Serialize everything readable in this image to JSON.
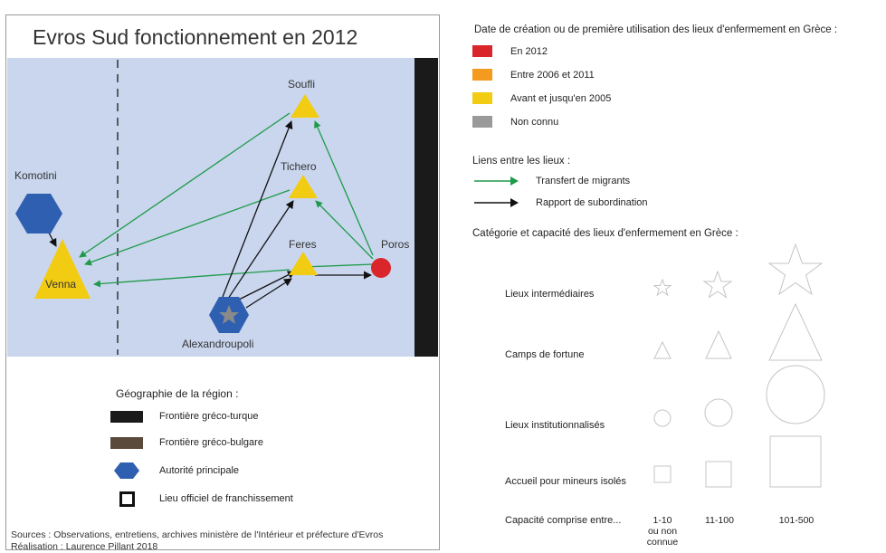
{
  "title": "Evros Sud fonctionnement en 2012",
  "places": {
    "komotini": "Komotini",
    "venna": "Venna",
    "soufli": "Soufli",
    "tichero": "Tichero",
    "feres": "Feres",
    "poros": "Poros",
    "alexandroupoli": "Alexandroupoli"
  },
  "geography": {
    "title": "Géographie de la région :",
    "items": [
      {
        "label": "Frontière gréco-turque",
        "color": "#1a1a1a",
        "symbol": "border-line"
      },
      {
        "label": "Frontière gréco-bulgare",
        "color": "#5a4a3c",
        "symbol": "border-line"
      },
      {
        "label": "Autorité principale",
        "color": "#2f5fb0",
        "symbol": "hexagon"
      },
      {
        "label": "Lieu officiel de franchissement",
        "color": "#111111",
        "symbol": "square-outline"
      }
    ]
  },
  "sources": {
    "line1": "Sources : Observations, entretiens, archives ministère de l'Intérieur et préfecture d'Evros",
    "line2": "Réalisation : Laurence Pillant 2018"
  },
  "date_legend": {
    "title": "Date de création ou de première utilisation des lieux d'enfermement en Grèce :",
    "items": [
      {
        "label": "En 2012",
        "color": "#d9262b"
      },
      {
        "label": "Entre 2006 et 2011",
        "color": "#f39a1f"
      },
      {
        "label": "Avant et jusqu'en 2005",
        "color": "#f2cc13"
      },
      {
        "label": "Non connu",
        "color": "#9a9a9a"
      }
    ]
  },
  "links_legend": {
    "title": "Liens entre les lieux :",
    "items": [
      {
        "label": "Transfert de migrants",
        "color": "#1f9a4a"
      },
      {
        "label": "Rapport de subordination",
        "color": "#111111"
      }
    ]
  },
  "category_legend": {
    "title": "Catégorie et capacité des lieux d'enfermement en Grèce :",
    "categories": [
      {
        "label": "Lieux intermédiaires",
        "shape": "star"
      },
      {
        "label": "Camps de fortune",
        "shape": "triangle"
      },
      {
        "label": "Lieux institutionnalisés",
        "shape": "circle"
      },
      {
        "label": "Accueil pour mineurs isolés",
        "shape": "square"
      }
    ],
    "capacity_label": "Capacité comprise entre...",
    "capacities": [
      {
        "line1": "1-10",
        "line2": "ou non",
        "line3": "connue"
      },
      {
        "line1": "11-100",
        "line2": "",
        "line3": ""
      },
      {
        "line1": "101-500",
        "line2": "",
        "line3": ""
      }
    ]
  },
  "colors": {
    "map_background": "#c9d6ee",
    "transfer_arrow": "#1f9a4a",
    "subordination_arrow": "#111111",
    "authority": "#2f5fb0",
    "camp_yellow": "#f2cc13",
    "new_2012_red": "#d9262b"
  }
}
